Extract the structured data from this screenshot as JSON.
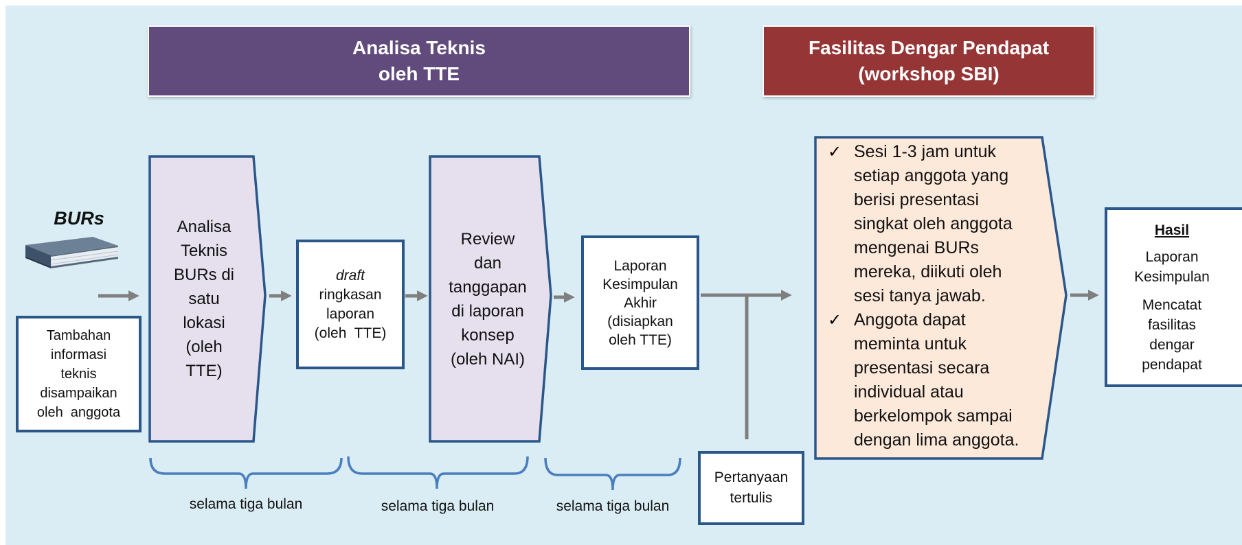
{
  "banners": {
    "tech": [
      "Analisa Teknis",
      "oleh TTE"
    ],
    "fasilitas": [
      "Fasilitas Dengar Pendapat",
      "(workshop SBI)"
    ]
  },
  "burs_label": "BURs",
  "tambahan": [
    "Tambahan",
    "informasi",
    "teknis",
    "disampaikan",
    "oleh  anggota"
  ],
  "step1": [
    "Analisa",
    "Teknis",
    "BURs di",
    "satu",
    "lokasi",
    "(oleh",
    "TTE)"
  ],
  "draft": {
    "italic": "draft",
    "rest": [
      "ringkasan",
      "laporan",
      "(oleh  TTE)"
    ]
  },
  "step2": [
    "Review",
    "dan",
    "tanggapan",
    "di laporan",
    "konsep",
    "(oleh NAI)"
  ],
  "laporan_akhir": [
    "Laporan",
    "Kesimpulan",
    "Akhir",
    "(disiapkan",
    "oleh TTE)"
  ],
  "pertanyaan": [
    "Pertanyaan",
    "tertulis"
  ],
  "bullets": [
    {
      "check": "✓",
      "lines": [
        "Sesi 1-3 jam untuk",
        "setiap anggota yang",
        "berisi presentasi",
        "singkat oleh anggota",
        "mengenai BURs",
        "mereka, diikuti oleh",
        "sesi tanya jawab."
      ]
    },
    {
      "check": "✓",
      "lines": [
        "Anggota dapat",
        "meminta untuk",
        "presentasi secara",
        "individual atau",
        "berkelompok sampai",
        "dengan lima anggota."
      ]
    }
  ],
  "hasil": {
    "title": "Hasil",
    "laporan": [
      "Laporan",
      "Kesimpulan"
    ],
    "mencatat": [
      "Mencatat",
      "fasilitas",
      "dengar",
      "pendapat"
    ]
  },
  "durations": [
    "selama tiga bulan",
    "selama tiga bulan",
    "selama tiga bulan"
  ],
  "colors": {
    "background": "#daedf4",
    "tech_banner": "#614b7c",
    "fasilitas_banner": "#963535",
    "step_fill": "#e6e0ee",
    "bullet_fill": "#fde9da",
    "border": "#2a5689",
    "arrow": "#7f7f7f",
    "brace": "#4a7ebf"
  }
}
